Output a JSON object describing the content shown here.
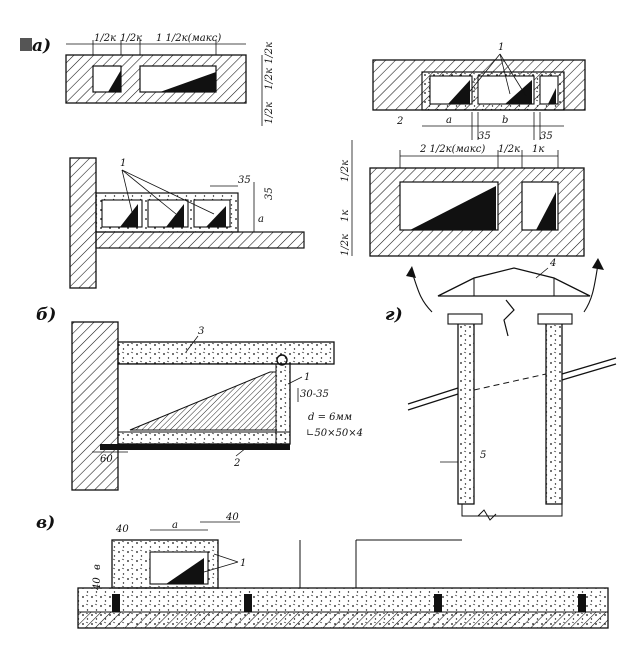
{
  "panel_labels": {
    "a": "а)",
    "b": "б)",
    "v": "в)",
    "g": "г)"
  },
  "panel_a_top_left": {
    "dim_1": "1/2к",
    "dim_2": "1/2к",
    "dim_3": "1 1/2к(макс)",
    "side_1": "1/2к",
    "side_2": "1/2к",
    "side_3": "1/2к"
  },
  "panel_a_top_right": {
    "callout": "1",
    "label_2": "2",
    "dim_a": "a",
    "dim_b": "b",
    "dim_35a": "35",
    "dim_35b": "35"
  },
  "panel_a_mid_left": {
    "callout": "1",
    "dim_35a": "35",
    "dim_35b": "35",
    "dim_a": "a"
  },
  "panel_a_mid_right": {
    "dim_1": "2 1/2к(макс)",
    "dim_2": "1/2к",
    "dim_3": "1к",
    "side_1": "1/2к",
    "side_2": "1к",
    "side_3": "1/2к"
  },
  "panel_b": {
    "label_3": "3",
    "label_1": "1",
    "label_2": "2",
    "dim_gap": "30-35",
    "dim_d": "d = 6мм",
    "dim_angle": "∟50×50×4",
    "dim_60": "60"
  },
  "panel_g": {
    "label_4": "4",
    "dim_5": "5"
  },
  "panel_v": {
    "dim_40a": "40",
    "dim_a": "a",
    "dim_40b": "40",
    "dim_v": "в",
    "dim_40c": "40",
    "callout": "1"
  },
  "colors": {
    "ink": "#111111",
    "paper": "#ffffff"
  }
}
